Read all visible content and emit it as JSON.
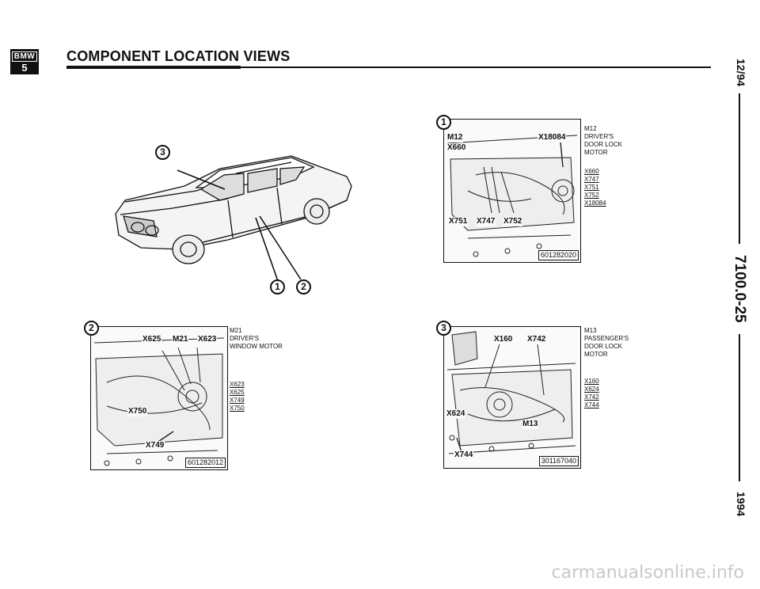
{
  "header": {
    "logo_top": "BMW",
    "logo_bottom": "5",
    "title": "COMPONENT LOCATION VIEWS"
  },
  "margin": {
    "date": "12/94",
    "page": "7100.0-25",
    "year": "1994"
  },
  "overview": {
    "callouts": [
      "3",
      "1",
      "2"
    ]
  },
  "panels": {
    "p1": {
      "number": "1",
      "tags": [
        "M12",
        "X18084",
        "X660",
        "X751",
        "X747",
        "X752"
      ],
      "part_no": "601282020",
      "legend_lines": [
        "M12",
        "DRIVER'S",
        "DOOR LOCK",
        "MOTOR"
      ],
      "legend_codes": [
        "X660",
        "X747",
        "X751",
        "X752",
        "X18084"
      ]
    },
    "p2": {
      "number": "2",
      "tags": [
        "X625",
        "M21",
        "X623",
        "X750",
        "X749"
      ],
      "part_no": "601282012",
      "legend_lines": [
        "M21",
        "DRIVER'S",
        "WINDOW MOTOR"
      ],
      "legend_codes": [
        "X623",
        "X625",
        "X749",
        "X750"
      ]
    },
    "p3": {
      "number": "3",
      "tags": [
        "X160",
        "X742",
        "X624",
        "M13",
        "X744"
      ],
      "part_no": "301167040",
      "legend_lines": [
        "M13",
        "PASSENGER'S",
        "DOOR LOCK",
        "MOTOR"
      ],
      "legend_codes": [
        "X160",
        "X624",
        "X742",
        "X744"
      ]
    }
  },
  "footer": {
    "watermark": "carmanualsonline.info"
  }
}
